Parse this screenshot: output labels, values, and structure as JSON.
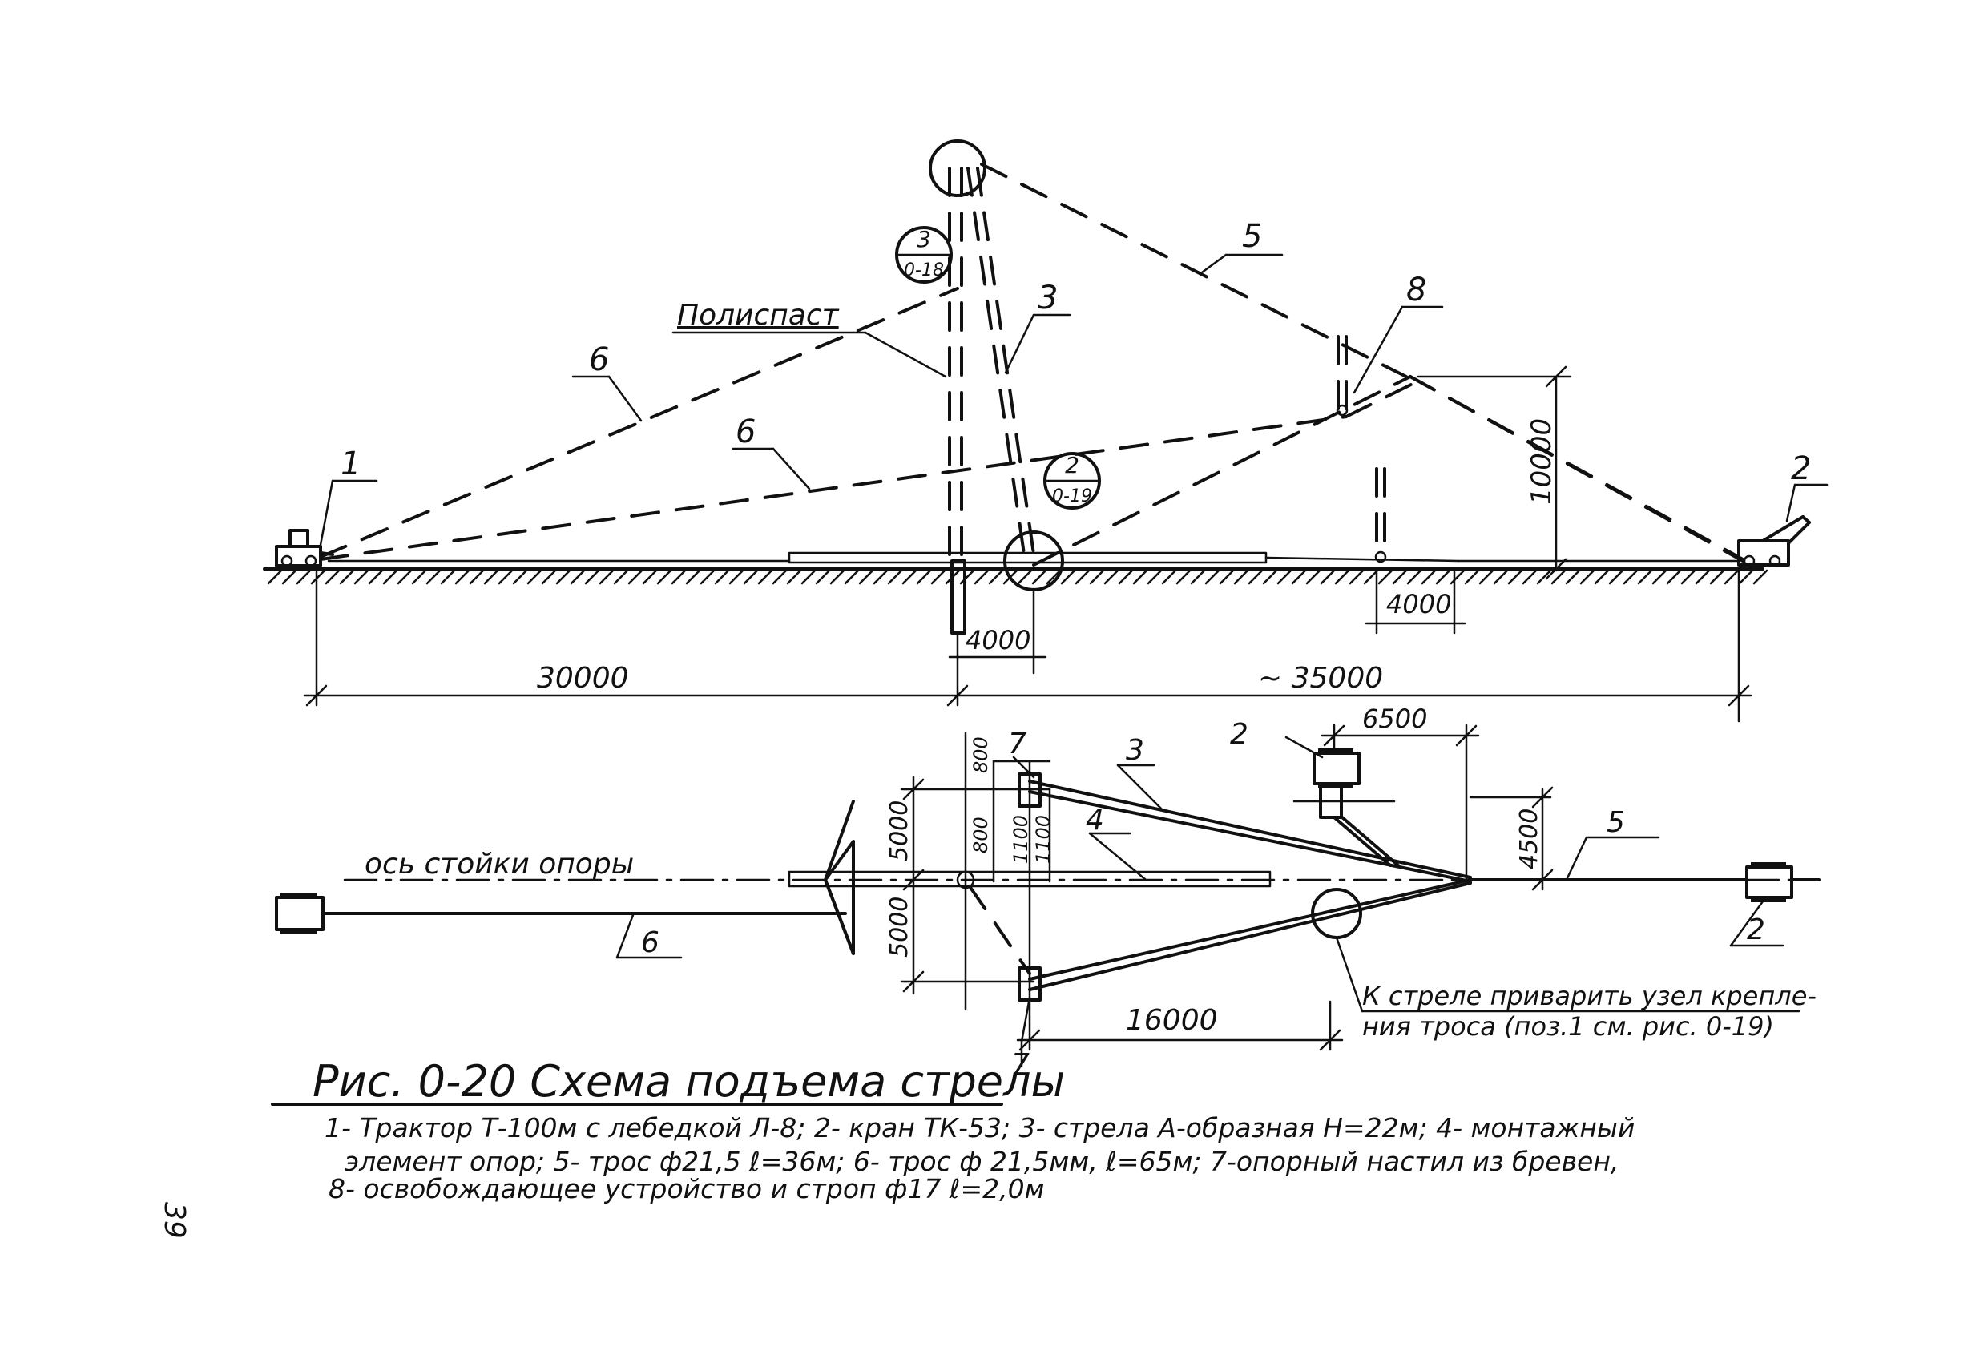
{
  "figure": {
    "title": "Рис. 0-20  Схема подъема стрелы",
    "legend_lines": [
      "1- Трактор Т-100м с лебедкой Л-8;  2- кран ТК-53;  3- стрела А-образная H=22м;  4- монтажный",
      "элемент опор;   5- трос ф21,5  ℓ=36м;    6- трос ф 21,5мм, ℓ=65м;   7-опорный настил из бревен,",
      "8- освобождающее устройство и строп ф17  ℓ=2,0м"
    ],
    "page_number": "39"
  },
  "elevation": {
    "label_1": "1",
    "label_2": "2",
    "label_3": "3",
    "label_5": "5",
    "label_6a": "6",
    "label_6b": "6",
    "label_8": "8",
    "polispast": "Полиспаст",
    "ref_top": {
      "num": "3",
      "sheet": "0-18"
    },
    "ref_bottom": {
      "num": "2",
      "sheet": "0-19"
    },
    "dim_height": "10000",
    "dim_4000_right": "4000",
    "dim_4000_center": "4000",
    "dim_30000": "30000",
    "dim_35000": "~ 35000"
  },
  "plan": {
    "axis_label": "ось стойки опоры",
    "label_2_top": "2",
    "label_2_right": "2",
    "label_3": "3",
    "label_4": "4",
    "label_5": "5",
    "label_6": "6",
    "label_7_top": "7",
    "label_7_bottom": "7",
    "dim_6500": "6500",
    "dim_4500": "4500",
    "dim_5000_top": "5000",
    "dim_5000_bottom": "5000",
    "dim_800_a": "800",
    "dim_800_b": "800",
    "dim_1100_a": "1100",
    "dim_1100_b": "1100",
    "dim_16000": "16000",
    "note_line1": "К стреле приварить узел крепле-",
    "note_line2": "ния троса (поз.1 см. рис. 0-19)"
  }
}
